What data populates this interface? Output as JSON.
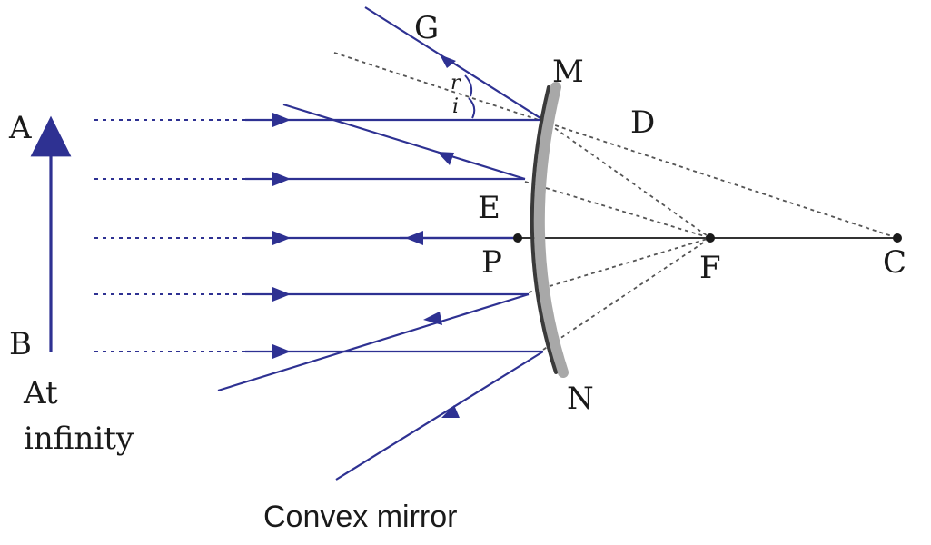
{
  "labels": {
    "A": "A",
    "B": "B",
    "G": "G",
    "M": "M",
    "D": "D",
    "E": "E",
    "P": "P",
    "F": "F",
    "C": "C",
    "N": "N",
    "r": "r",
    "i": "i",
    "at": "At",
    "infinity": "infinity"
  },
  "caption": "Convex mirror",
  "colors": {
    "ray": "#2e3192",
    "mirror_front": "#3a3a3a",
    "mirror_back": "#a8a8a8",
    "construction": "#555555",
    "text": "#1a1a1a"
  }
}
